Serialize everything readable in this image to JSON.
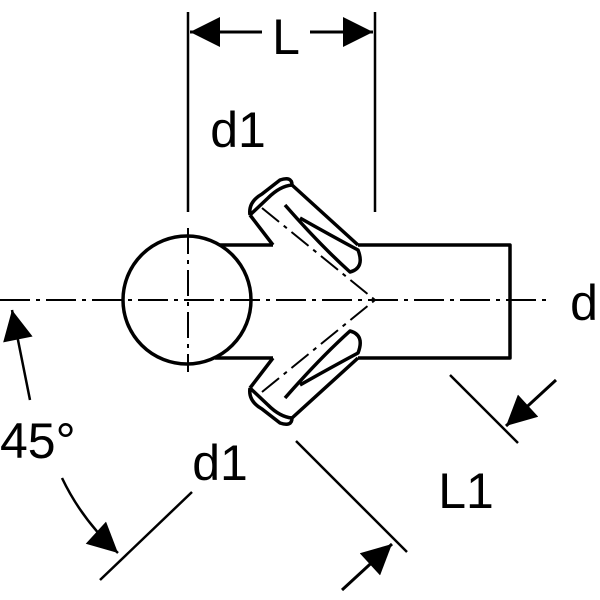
{
  "labels": {
    "length": "L",
    "branch_length": "L1",
    "branch_diameter_top": "d1",
    "branch_diameter_bottom": "d1",
    "main_diameter": "d",
    "angle": "45°"
  },
  "colors": {
    "line": "#000000",
    "background": "#ffffff"
  }
}
